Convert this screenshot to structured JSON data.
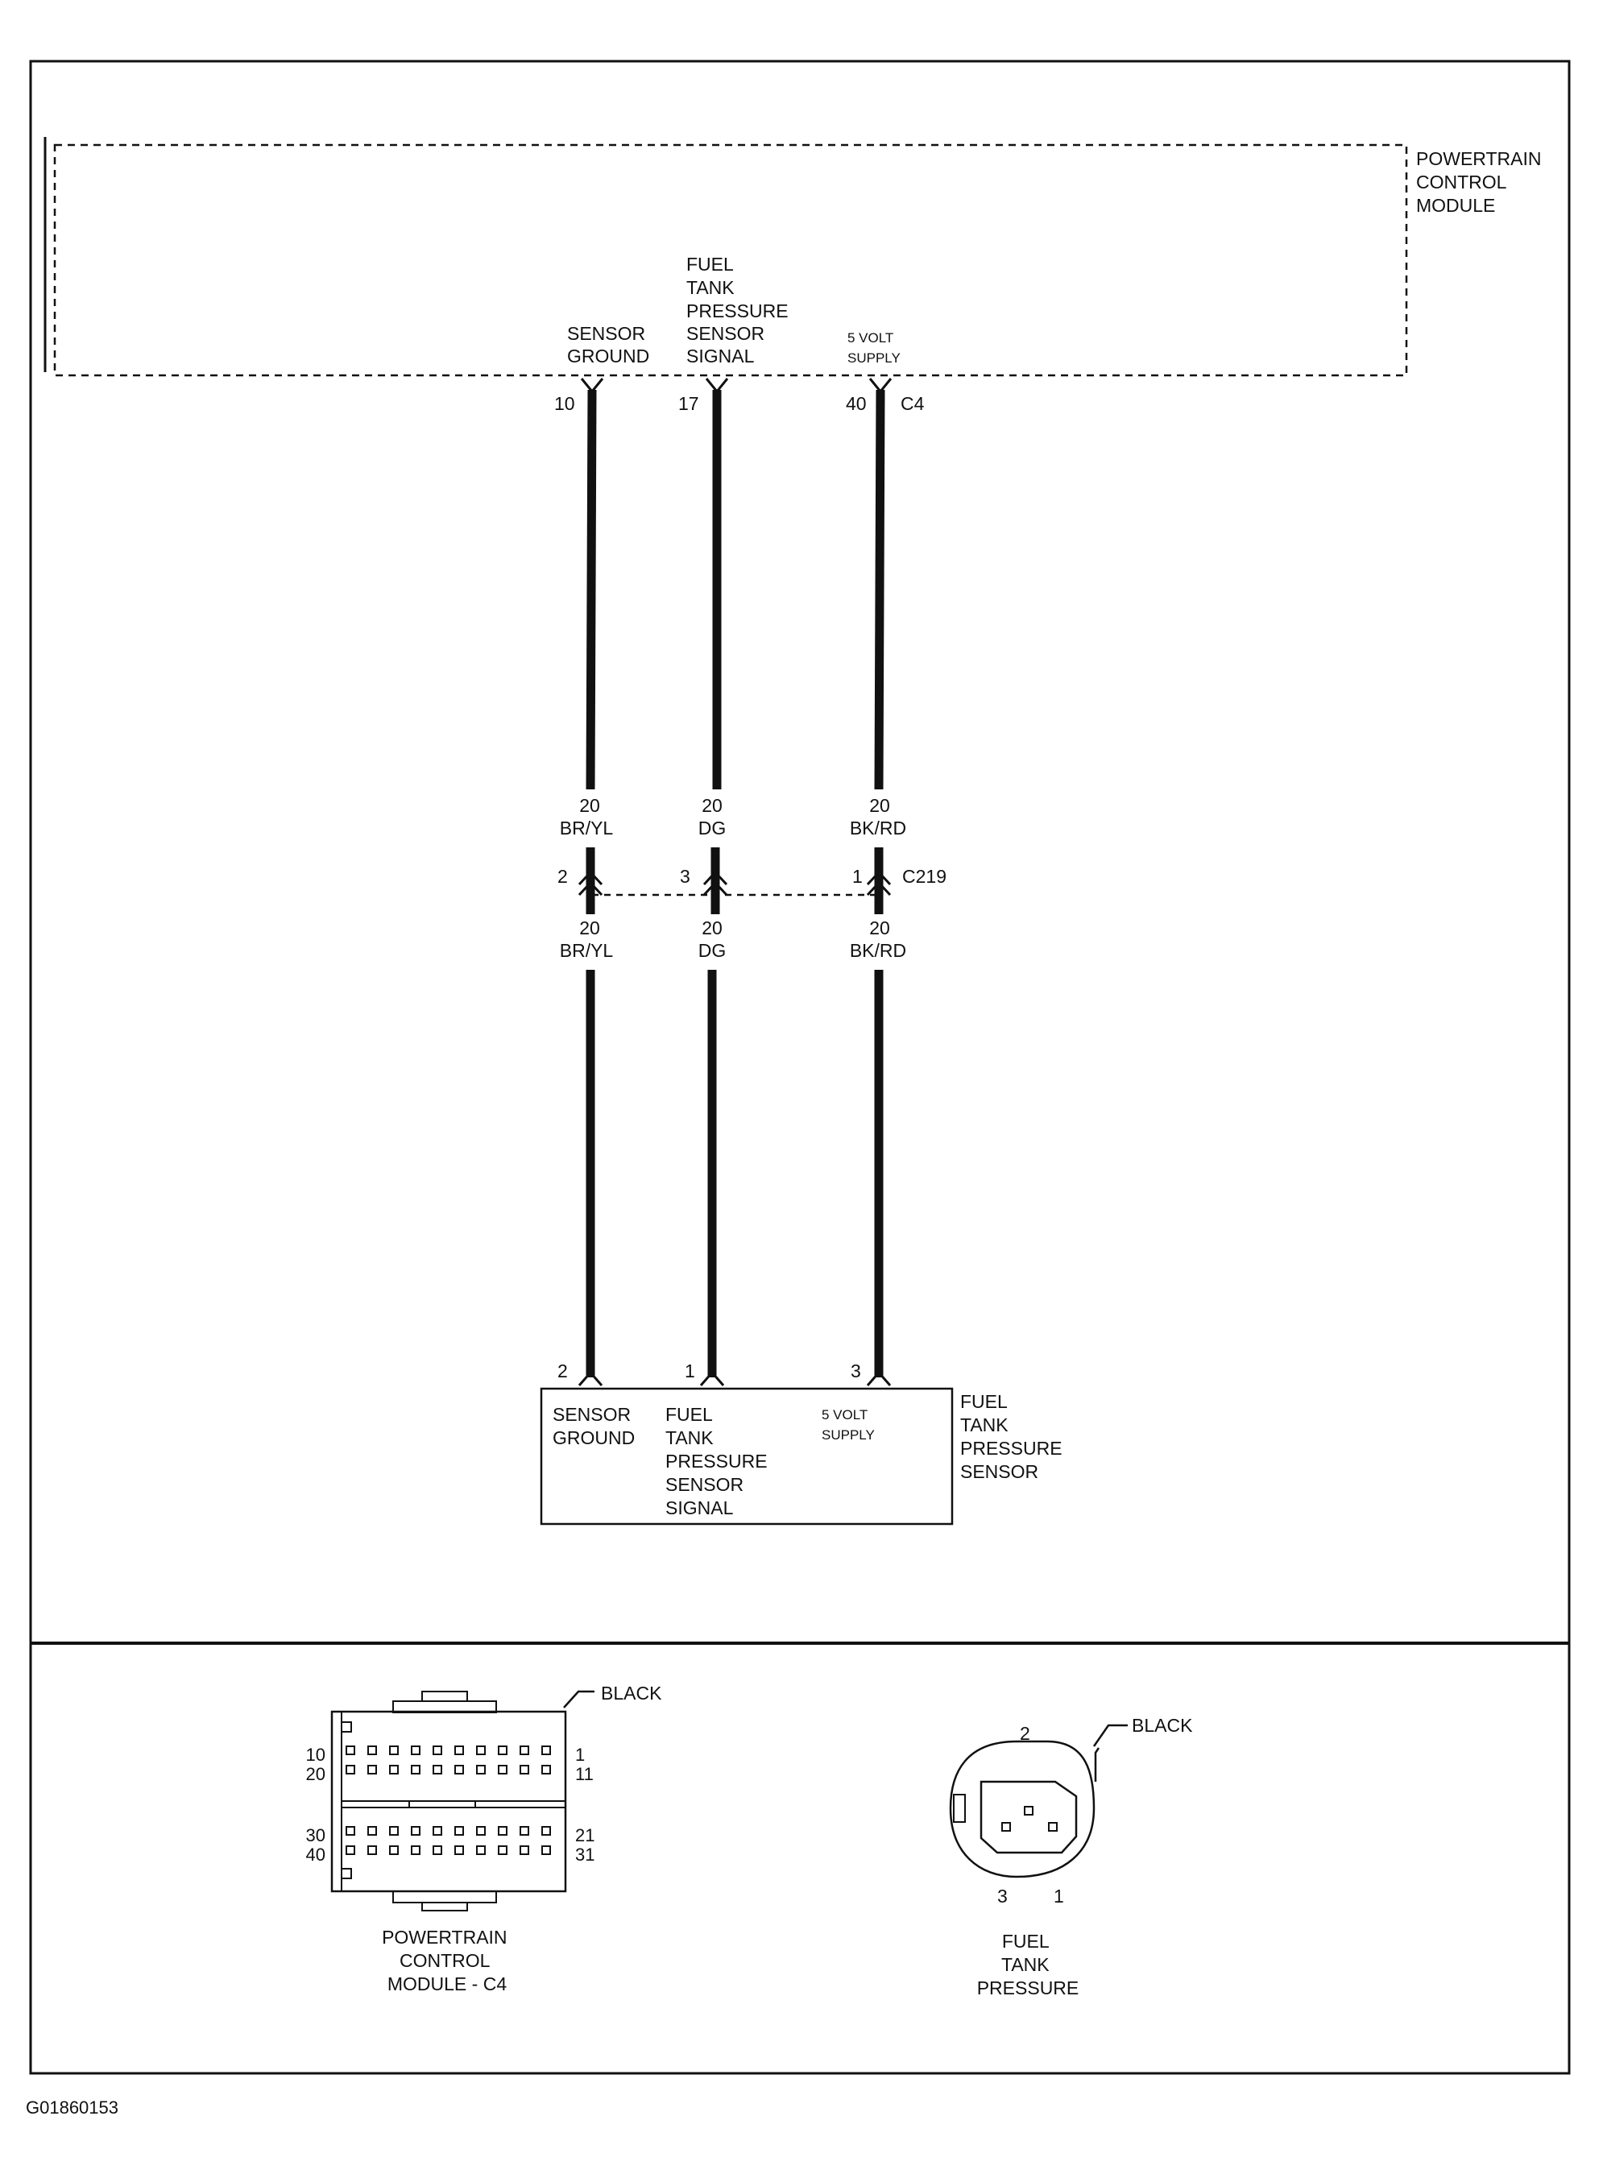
{
  "pcm": {
    "name": [
      "POWERTRAIN",
      "CONTROL",
      "MODULE"
    ],
    "connector_id": "C4",
    "functions": [
      {
        "key": "ground",
        "lines": [
          "SENSOR",
          "GROUND"
        ]
      },
      {
        "key": "signal",
        "lines": [
          "FUEL",
          "TANK",
          "PRESSURE",
          "SENSOR",
          "SIGNAL"
        ]
      },
      {
        "key": "supply",
        "lines": [
          "5 VOLT",
          "SUPPLY"
        ]
      }
    ],
    "pins": [
      "10",
      "17",
      "40"
    ]
  },
  "inline_connector": {
    "id": "C219",
    "pins": [
      "2",
      "3",
      "1"
    ]
  },
  "wires": [
    {
      "gauge": "20",
      "color_code": "BR/YL"
    },
    {
      "gauge": "20",
      "color_code": "DG"
    },
    {
      "gauge": "20",
      "color_code": "BK/RD"
    }
  ],
  "sensor": {
    "name": [
      "FUEL",
      "TANK",
      "PRESSURE",
      "SENSOR"
    ],
    "pins": [
      "2",
      "1",
      "3"
    ],
    "functions": [
      {
        "key": "ground",
        "lines": [
          "SENSOR",
          "GROUND"
        ]
      },
      {
        "key": "signal",
        "lines": [
          "FUEL",
          "TANK",
          "PRESSURE",
          "SENSOR",
          "SIGNAL"
        ]
      },
      {
        "key": "supply",
        "lines": [
          "5 VOLT",
          "SUPPLY"
        ]
      }
    ]
  },
  "connector_views": {
    "pcm_c4": {
      "color": "BLACK",
      "row_labels_left": [
        "10",
        "20",
        "30",
        "40"
      ],
      "row_labels_right": [
        "1",
        "11",
        "21",
        "31"
      ],
      "caption": [
        "POWERTRAIN",
        "CONTROL",
        "MODULE - C4"
      ]
    },
    "fuel_tank_pressure": {
      "color": "BLACK",
      "pin_top": "2",
      "pin_bottom_left": "3",
      "pin_bottom_right": "1",
      "caption": [
        "FUEL",
        "TANK",
        "PRESSURE"
      ]
    }
  },
  "figure_id": "G01860153"
}
